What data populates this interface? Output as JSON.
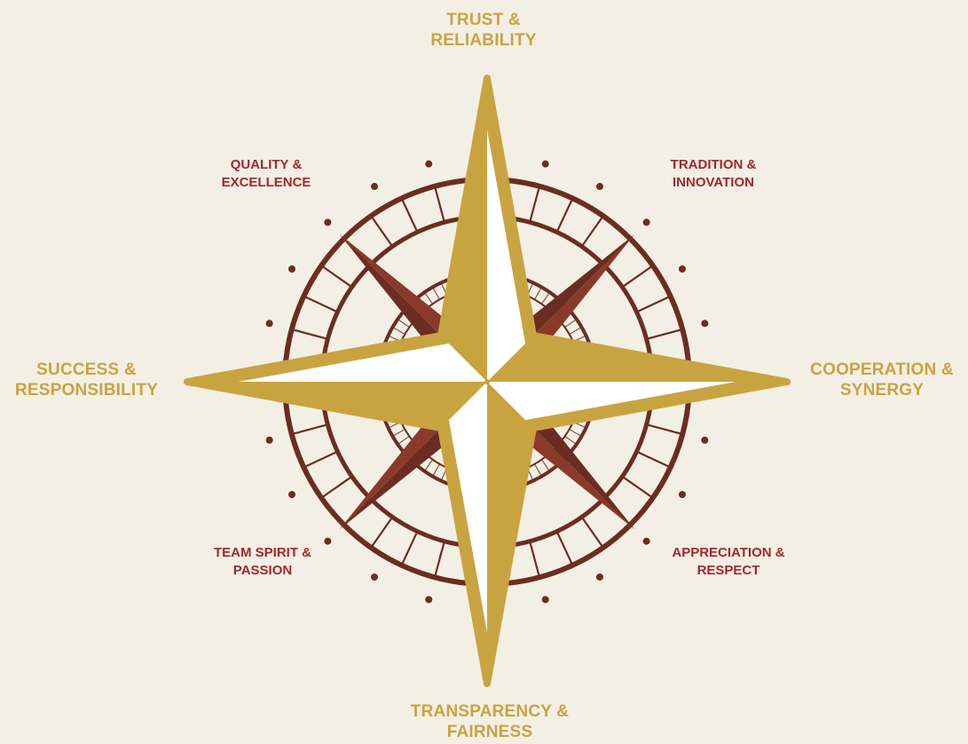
{
  "colors": {
    "background": "#f4efe5",
    "gold": "#c8a441",
    "maroon": "#6b2d22",
    "red_label": "#a3272b",
    "white": "#ffffff"
  },
  "main_values": {
    "north": {
      "line1": "TRUST &",
      "line2": "RELIABILITY"
    },
    "east": {
      "line1": "COOPERATION &",
      "line2": "SYNERGY"
    },
    "south": {
      "line1": "TRANSPARENCY &",
      "line2": "FAIRNESS"
    },
    "west": {
      "line1": "SUCCESS &",
      "line2": "RESPONSIBILITY"
    }
  },
  "secondary_values": {
    "northwest": {
      "line1": "QUALITY &",
      "line2": "EXCELLENCE"
    },
    "northeast": {
      "line1": "TRADITION &",
      "line2": "INNOVATION"
    },
    "southwest": {
      "line1": "TEAM SPIRIT &",
      "line2": "PASSION"
    },
    "southeast": {
      "line1": "APPRECIATION &",
      "line2": "RESPECT"
    }
  }
}
